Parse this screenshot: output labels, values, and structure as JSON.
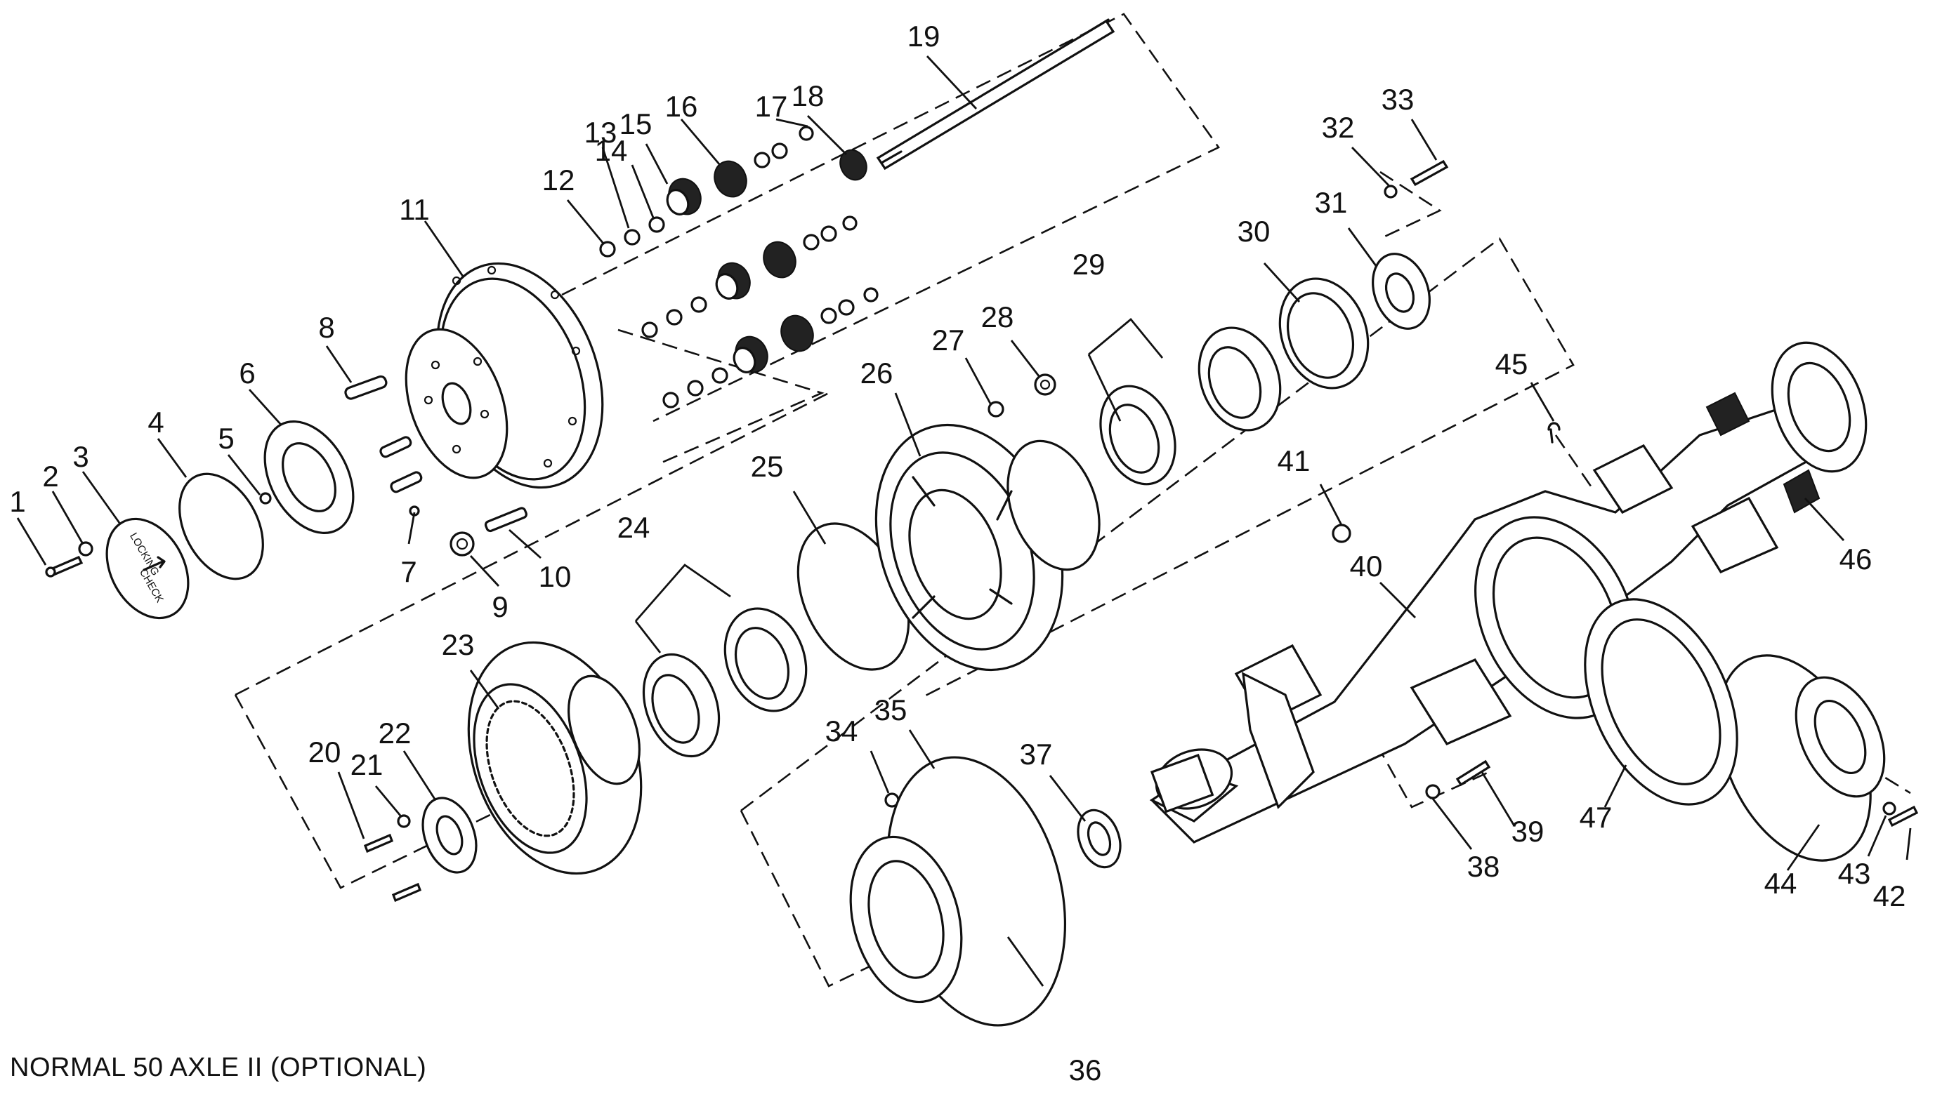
{
  "caption": "NORMAL 50 AXLE II (OPTIONAL)",
  "callouts": {
    "n1": "1",
    "n2": "2",
    "n3": "3",
    "n4": "4",
    "n5": "5",
    "n6": "6",
    "n7": "7",
    "n8": "8",
    "n9": "9",
    "n10": "10",
    "n11": "11",
    "n12": "12",
    "n13": "13",
    "n14": "14",
    "n15": "15",
    "n16": "16",
    "n17": "17",
    "n18": "18",
    "n19": "19",
    "n20": "20",
    "n21": "21",
    "n22": "22",
    "n23": "23",
    "n24": "24",
    "n25": "25",
    "n26": "26",
    "n27": "27",
    "n28": "28",
    "n29": "29",
    "n30": "30",
    "n31": "31",
    "n32": "32",
    "n33": "33",
    "n34": "34",
    "n35": "35",
    "n36": "36",
    "n37": "37",
    "n38": "38",
    "n39": "39",
    "n40": "40",
    "n41": "41",
    "n42": "42",
    "n43": "43",
    "n44": "44",
    "n45": "45",
    "n46": "46",
    "n47": "47"
  },
  "cover_text": {
    "line1": "LOCKING",
    "line2": "CHECK"
  }
}
